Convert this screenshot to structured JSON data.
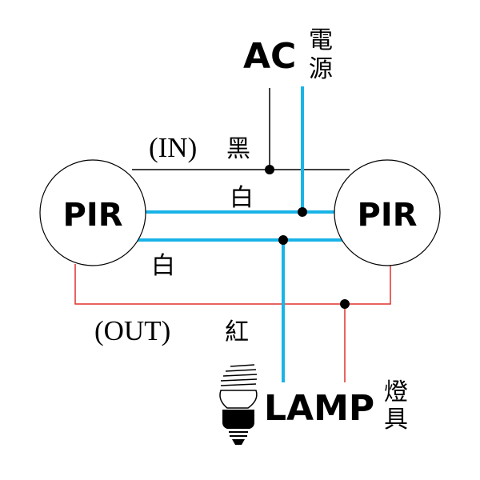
{
  "labels": {
    "ac": "AC",
    "ac_cjk_1": "電",
    "ac_cjk_2": "源",
    "in_label": "(IN)",
    "in_cjk": "黑",
    "white_top": "白",
    "white_bottom": "白",
    "pir_left": "PIR",
    "pir_right": "PIR",
    "out_label": "(OUT)",
    "out_cjk": "紅",
    "lamp": "LAMP",
    "lamp_cjk_1": "燈",
    "lamp_cjk_2": "具"
  },
  "colors": {
    "black_wire": "#000000",
    "white_wire": "#1ab4e6",
    "red_wire": "#e0302a",
    "junction": "#000000"
  },
  "icons": [
    "lamp-bulb-icon"
  ]
}
